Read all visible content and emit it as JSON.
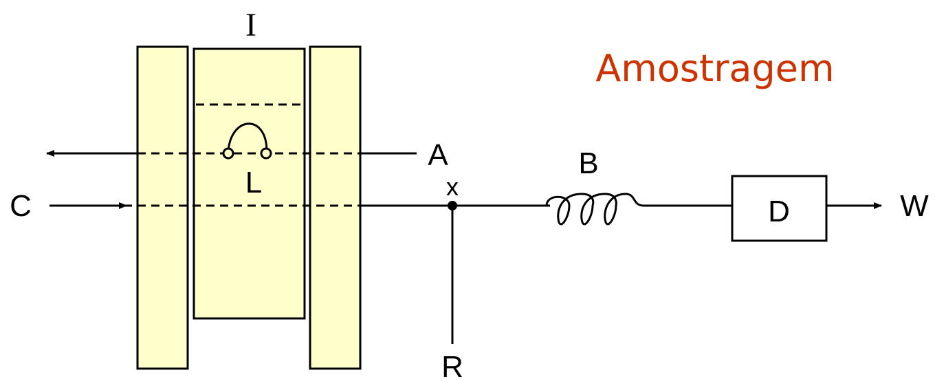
{
  "diagram": {
    "title": "Amostragem",
    "labels": {
      "injector": "I",
      "loop": "L",
      "carrier": "C",
      "sample": "A",
      "confluence": "x",
      "reagent": "R",
      "reactor": "B",
      "detector": "D",
      "waste": "W"
    },
    "colors": {
      "panel_fill": "#FFFFCC",
      "stroke": "#000000",
      "title": "#CC3300"
    }
  }
}
